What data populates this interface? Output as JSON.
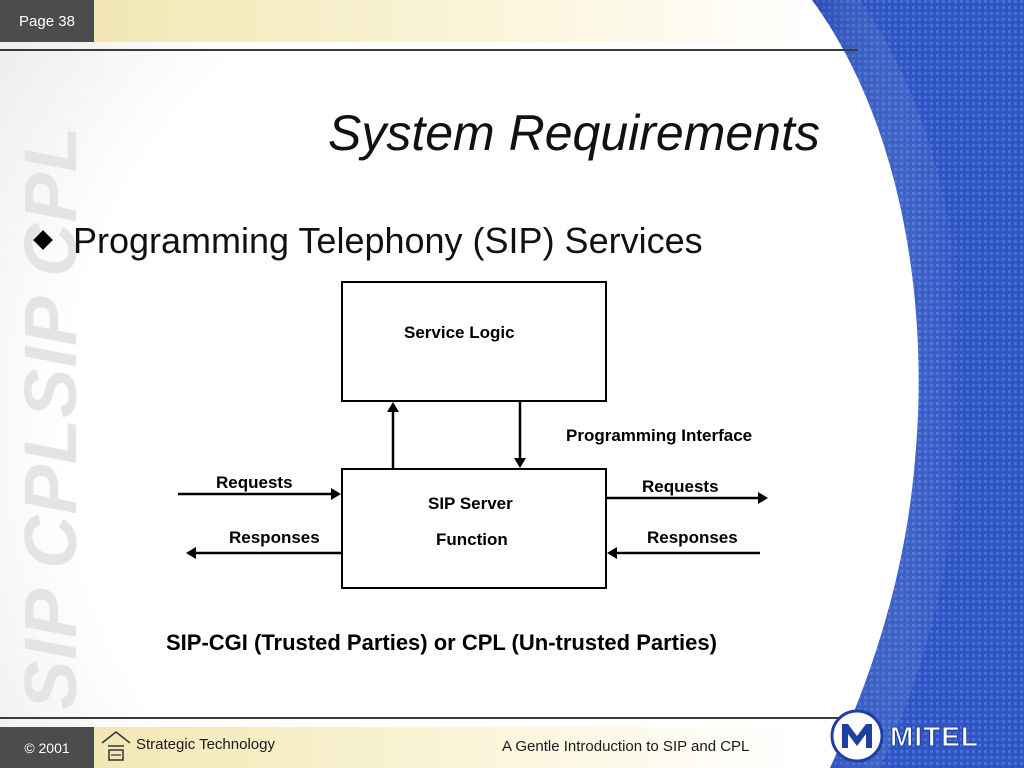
{
  "header": {
    "page_label": "Page 38"
  },
  "watermark": "SIP CPLSIP CPL",
  "slide": {
    "title": "System Requirements",
    "bullet": "Programming Telephony (SIP) Services"
  },
  "diagram": {
    "service_logic": "Service Logic",
    "programming_interface": "Programming Interface",
    "sip_server_line1": "SIP Server",
    "sip_server_line2": "Function",
    "left_requests": "Requests",
    "left_responses": "Responses",
    "right_requests": "Requests",
    "right_responses": "Responses",
    "caption": "SIP-CGI (Trusted Parties) or CPL (Un-trusted Parties)"
  },
  "footer": {
    "copyright": "© 2001",
    "section": "Strategic Technology",
    "presentation_title": "A Gentle Introduction to SIP and CPL",
    "logo_text": "MITEL"
  },
  "colors": {
    "blue_band": "#2f56c4",
    "dark_box": "#4c4c4c",
    "strip": "#f2e7b4"
  }
}
